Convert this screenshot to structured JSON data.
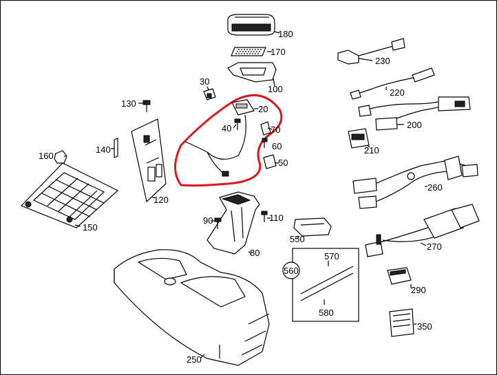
{
  "highlight_color": "#e3141c",
  "callouts": {
    "p180": "180",
    "p170": "170",
    "p30": "30",
    "p100": "100",
    "p230": "230",
    "p220": "220",
    "p130": "130",
    "p20": "20",
    "p40": "40",
    "p70": "70",
    "p200": "200",
    "p140": "140",
    "p60": "60",
    "p210": "210",
    "p160": "160",
    "p50": "50",
    "p260": "260",
    "p120": "120",
    "p150": "150",
    "p90": "90",
    "p110": "110",
    "p550": "550",
    "p270": "270",
    "p80": "80",
    "p560": "560",
    "p570": "570",
    "p290": "290",
    "p580": "580",
    "p350": "350",
    "p250": "250"
  }
}
